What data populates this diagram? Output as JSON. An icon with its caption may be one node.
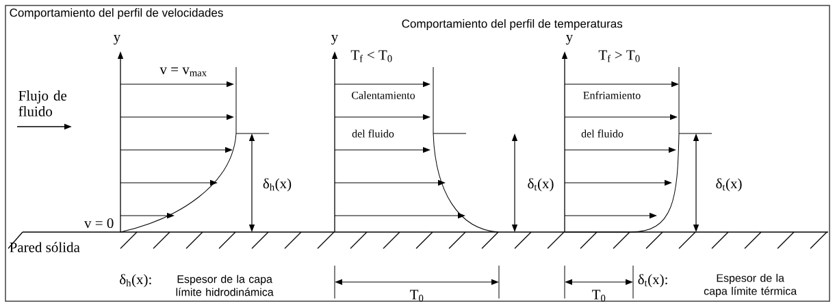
{
  "diagram": {
    "labels": [
      "Comportamiento del perfil de velocidades",
      "Comportamiento del perfil de temperaturas",
      "y",
      "y",
      "T$_{f}$ < T$_{0}$",
      "y",
      "T$_{f}$ > T$_{0}$",
      "v = v$_{max}$",
      "Flujo de fluido",
      "Calentamiento",
      "Enfriamiento",
      "del fluido",
      "del fluido",
      "δ$_{h}$(x)",
      "δ$_{t}$(x)",
      "δ$_{t}$(x)",
      "v = 0",
      "Pared sólida",
      "δ$_{h}$(x):",
      "Espesor de la capa límite hidrodinámica",
      "T$_{0}$",
      "T$_{0}$",
      "δ$_{t}$(x):",
      "Espesor de la capa límite térmica"
    ]
  }
}
